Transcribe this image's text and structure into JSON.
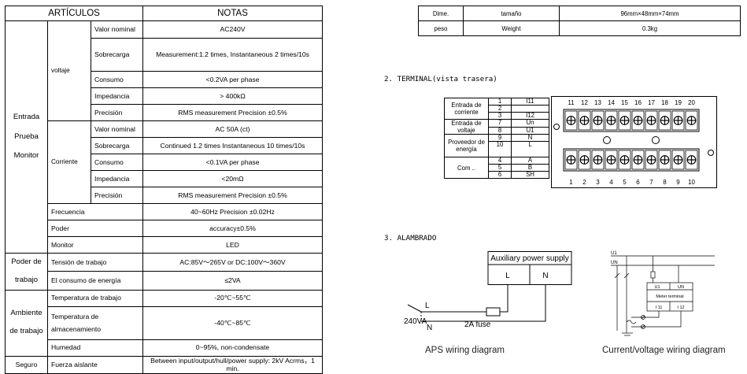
{
  "spec_table": {
    "headers": [
      "ARTÍCULOS",
      "NOTAS"
    ],
    "input_group": [
      "Entrada",
      "Prueba",
      "Monitor"
    ],
    "voltage": {
      "label": "voltaje",
      "rows": [
        {
          "item": "Valor nominal",
          "note": "AC240V"
        },
        {
          "item": "Sobrecarga",
          "note": "Measurement:1.2 times, Instantaneous 2 times/10s"
        },
        {
          "item": "Consumo",
          "note": "<0.2VA   per phase"
        },
        {
          "item": "Impedancia",
          "note": "> 400kΩ"
        },
        {
          "item": "Precisión",
          "note": "RMS measurement    Precision ±0.5%"
        }
      ]
    },
    "current": {
      "label": "Corriente",
      "rows": [
        {
          "item": "Valor nominal",
          "note": "AC 50A (ct)"
        },
        {
          "item": "Sobrecarga",
          "note": "Continued 1.2 times     Instantaneous 10 times/10s"
        },
        {
          "item": "Consumo",
          "note": "<0.1VA per phase"
        },
        {
          "item": "Impedancia",
          "note": "<20mΩ"
        },
        {
          "item": "Precisión",
          "note": "RMS measurement    Precision ±0.5%"
        }
      ]
    },
    "input_other": [
      {
        "item": "Frecuencia",
        "note": "40~60Hz    Precision ±0.02Hz"
      },
      {
        "item": "Poder",
        "note": "accuracy±0.5%"
      },
      {
        "item": "Monitor",
        "note": "LED"
      }
    ],
    "power": {
      "group": [
        "Poder de",
        "trabajo"
      ],
      "rows": [
        {
          "item": "Tensión de trabajo",
          "note": "AC:85V～265V or DC:100V～360V"
        },
        {
          "item": "El consumo de energía",
          "note": "≤2VA"
        }
      ]
    },
    "env": {
      "group": [
        "Ambiente",
        "de trabajo"
      ],
      "rows": [
        {
          "item": "Temperatura de trabajo",
          "note": "-20℃~55℃"
        },
        {
          "item": "Temperatura de almacenamiento",
          "note": "-40℃~85℃"
        },
        {
          "item": "Humedad",
          "note": "0~95%,  non-condensate"
        }
      ]
    },
    "safety": {
      "group": "Seguro",
      "item": "Fuerza aislante",
      "note": "Between input/output/hull/power supply: 2kV Acrms，1 min."
    }
  },
  "dim_table": [
    {
      "a": "Dime.",
      "b": "tamaño",
      "c": "96mm×48mm×74mm"
    },
    {
      "a": "peso",
      "b": "Weight",
      "c": "0.3kg"
    }
  ],
  "section_terminal": "2. TERMINAL(vista trasera)",
  "section_wiring": "3. ALAMBRADO",
  "terminal_table": [
    {
      "label": "Entrada de corriente",
      "nums": [
        "1",
        "2",
        "3"
      ],
      "sigs": [
        "I11",
        "",
        "I12"
      ]
    },
    {
      "label": "Entrada de voltaje",
      "nums": [
        "7",
        "8"
      ],
      "sigs": [
        "Un",
        "U1"
      ]
    },
    {
      "label": "Proveedor de energía",
      "nums": [
        "9",
        "10"
      ],
      "sigs": [
        "N",
        "L"
      ]
    },
    {
      "label": "Com ..",
      "nums": [
        "4",
        "5",
        "6"
      ],
      "sigs": [
        "A",
        "B",
        "SH"
      ]
    }
  ],
  "terminal_top_numbers": [
    "11",
    "12",
    "13",
    "14",
    "15",
    "16",
    "17",
    "18",
    "19",
    "20"
  ],
  "terminal_bottom_numbers": [
    "1",
    "2",
    "3",
    "4",
    "5",
    "6",
    "7",
    "8",
    "9",
    "10"
  ],
  "aps_diagram": {
    "box_title": "Auxiliary power supply",
    "l": "L",
    "n": "N",
    "line_l": "L",
    "line_n": "N",
    "voltage": "240VA",
    "fuse": "2A fuse",
    "caption": "APS wiring diagram"
  },
  "cv_diagram": {
    "u1": "U1",
    "un": "UN",
    "box_u1": "U1",
    "box_un": "UN",
    "meter": "Meter terminal",
    "i11": "I 11",
    "i12": "I 12",
    "caption": "Current/voltage wiring diagram"
  }
}
